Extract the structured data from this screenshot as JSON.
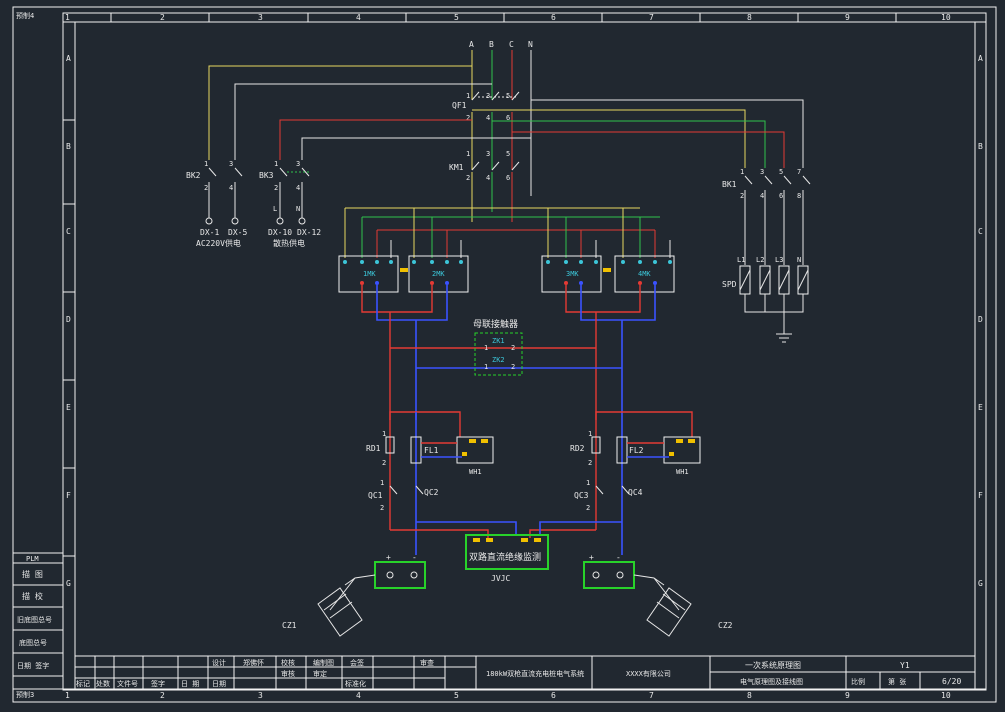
{
  "frame": {
    "corner_tl": "预制4",
    "corner_bl": "预制3",
    "col_numbers": [
      "1",
      "2",
      "3",
      "4",
      "5",
      "6",
      "7",
      "8",
      "9",
      "10"
    ],
    "row_letters": [
      "A",
      "B",
      "C",
      "D",
      "E",
      "F",
      "G"
    ]
  },
  "bus": {
    "a": "A",
    "b": "B",
    "c": "C",
    "n": "N"
  },
  "qf1": {
    "label": "QF1",
    "t1": "1",
    "t2": "2",
    "t3": "3",
    "t4": "4",
    "t5": "5",
    "t6": "6"
  },
  "km1": {
    "label": "KM1",
    "t1": "1",
    "t2": "2",
    "t3": "3",
    "t4": "4",
    "t5": "5",
    "t6": "6"
  },
  "bk2": {
    "label": "BK2",
    "t1": "1",
    "t2": "2",
    "t3": "3",
    "t4": "4",
    "dx1": "DX-1",
    "dx5": "DX-5",
    "supply": "AC220V供电"
  },
  "bk3": {
    "label": "BK3",
    "t1": "1",
    "t2": "2",
    "t3": "3",
    "t4": "4",
    "l": "L",
    "n": "N",
    "dx10": "DX-10",
    "dx12": "DX-12",
    "supply": "散热供电"
  },
  "bk1": {
    "label": "BK1",
    "t1": "1",
    "t2": "2",
    "t3": "3",
    "t4": "4",
    "t5": "5",
    "t6": "6",
    "t7": "7",
    "t8": "8"
  },
  "spd": {
    "label": "SPD",
    "l1": "L1",
    "l2": "L2",
    "l3": "L3",
    "n": "N"
  },
  "modules": {
    "m1": "1MK",
    "m2": "2MK",
    "m3": "3MK",
    "m4": "4MK"
  },
  "tie": {
    "title": "母联接触器",
    "a_label": "ZK1",
    "b_label": "ZK2",
    "a_l": "1",
    "a_r": "2",
    "b_l": "1",
    "b_r": "2"
  },
  "left": {
    "rd": "RD1",
    "rd_t1": "1",
    "rd_t2": "2",
    "fl": "FL1",
    "wh": "WH1",
    "qc1": "QC1",
    "qc2": "QC2",
    "qc_t1": "1",
    "qc_t2": "2",
    "plus": "+",
    "minus": "-",
    "cz": "CZ1"
  },
  "right": {
    "rd": "RD2",
    "rd_t1": "1",
    "rd_t2": "2",
    "fl": "FL2",
    "wh": "WH1",
    "qc1": "QC3",
    "qc2": "QC4",
    "qc_t1": "1",
    "qc_t2": "2",
    "plus": "+",
    "minus": "-",
    "cz": "CZ2"
  },
  "jvjc": {
    "title": "双路直流绝缘监测",
    "label": "JVJC"
  },
  "side_table": [
    "PLM",
    "描 图",
    "描 校",
    "旧底图总号",
    "底图总号",
    "日期  签字"
  ],
  "title_block": {
    "h_mark": "标记",
    "h_count": "处数",
    "h_doc": "文件号",
    "h_sign": "签字",
    "h_date": "日 期",
    "design": "设计",
    "design_name": "郑佛怀",
    "check": "校核",
    "check_name": "编制图",
    "std": "标准化",
    "std2": "会签",
    "review": "审核",
    "review2": "审定",
    "date": "日期",
    "approve": "审查",
    "product": "180kW双枪直流充电桩电气系统",
    "company": "XXXX有限公司",
    "drawing_title": "一次系统原理图",
    "drawing_sub": "电气原理图及接线图",
    "code": "Y1",
    "scale": "比例",
    "sheet": "第  张",
    "page": "6/20"
  },
  "colors": {
    "bg": "#212830",
    "frame": "#f2f2f2",
    "a": "#e8d860",
    "b": "#2fc24b",
    "c": "#e43a34",
    "n": "#e6e6e6",
    "dcneg": "#3a52ff",
    "cyan": "#3cc6d8",
    "green": "#28d22a",
    "yellow": "#f0c000"
  }
}
